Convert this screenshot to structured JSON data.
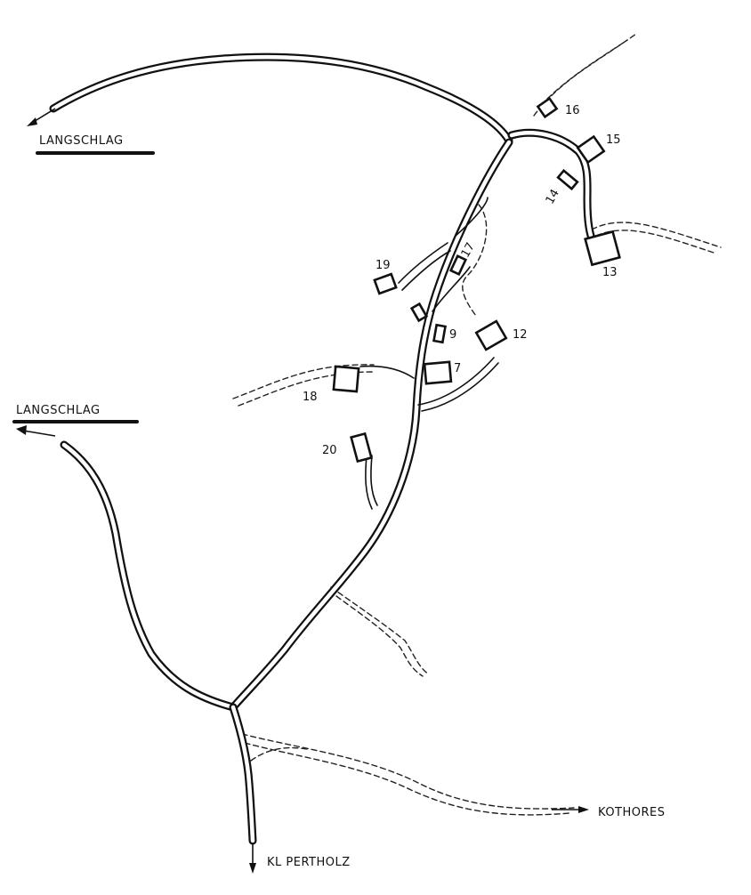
{
  "places": {
    "langschlag_top": "LANGSCHLAG",
    "langschlag_left": "LANGSCHLAG",
    "kl_pertholz": "KL PERTHOLZ",
    "kothores": "KOTHORES"
  },
  "houses": {
    "h7": "7",
    "h9": "9",
    "h12": "12",
    "h13": "13",
    "h14": "14",
    "h15": "15",
    "h16": "16",
    "h17": "17",
    "h18": "18",
    "h19": "19",
    "h20": "20"
  }
}
